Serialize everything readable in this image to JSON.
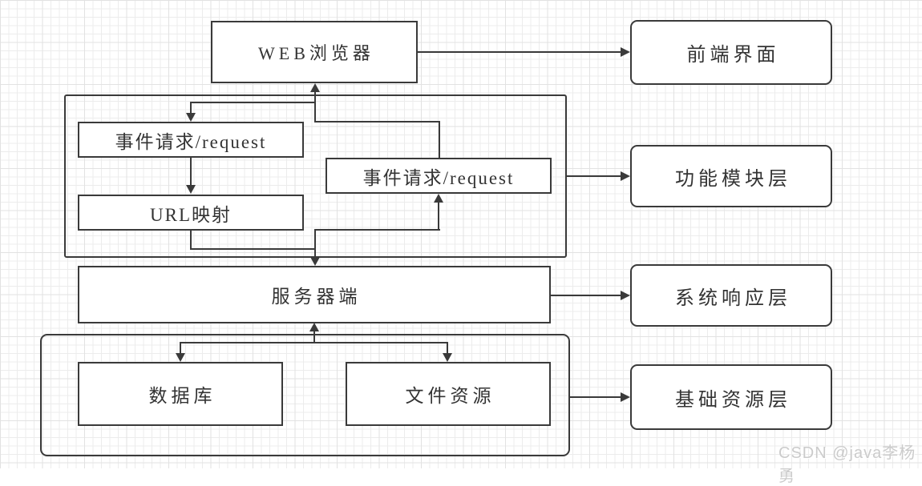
{
  "diagram": {
    "title": "Web system architecture diagram",
    "nodes": {
      "web_browser": {
        "label": "WEB浏览器"
      },
      "frontend_ui": {
        "label": "前端界面"
      },
      "event_request_left": {
        "label": "事件请求/request"
      },
      "event_request_right": {
        "label": "事件请求/request"
      },
      "url_mapping": {
        "label": "URL映射"
      },
      "function_module_layer": {
        "label": "功能模块层"
      },
      "server": {
        "label": "服务器端"
      },
      "system_response_layer": {
        "label": "系统响应层"
      },
      "database": {
        "label": "数据库"
      },
      "file_resource": {
        "label": "文件资源"
      },
      "basic_resource_layer": {
        "label": "基础资源层"
      }
    },
    "watermark": "CSDN @java李杨勇",
    "colors": {
      "line": "#3a3a3a",
      "text": "#333333",
      "background": "#ffffff",
      "grid": "#ececec",
      "watermark": "#cbcbcb"
    }
  }
}
